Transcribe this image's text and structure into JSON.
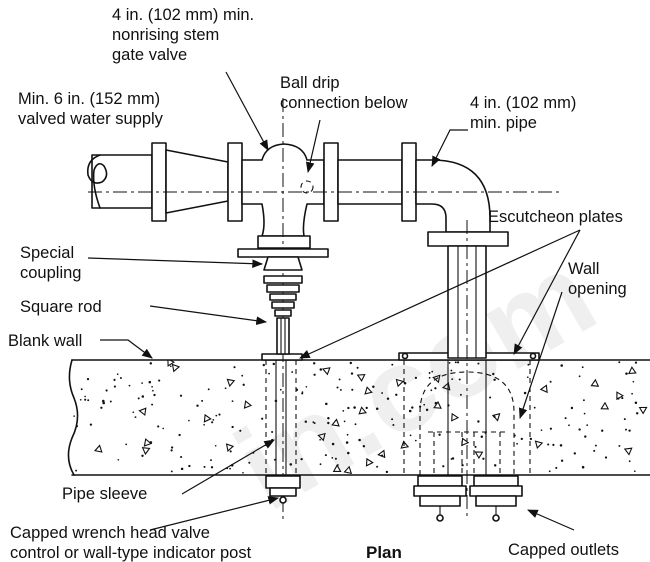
{
  "labels": {
    "gate_valve": [
      "4 in. (102 mm) min.",
      "nonrising stem",
      "gate valve"
    ],
    "ball_drip": [
      "Ball drip",
      "connection below"
    ],
    "water_supply": [
      "Min. 6 in. (152 mm)",
      "valved water supply"
    ],
    "pipe": [
      "4 in. (102 mm)",
      "min. pipe"
    ],
    "escutcheon": "Escutcheon plates",
    "special_coupling": [
      "Special",
      "coupling"
    ],
    "wall_opening": [
      "Wall",
      "opening"
    ],
    "square_rod": "Square rod",
    "blank_wall": "Blank wall",
    "pipe_sleeve": "Pipe sleeve",
    "capped_wrench": [
      "Capped wrench head valve",
      "control or wall-type indicator post"
    ],
    "plan": "Plan",
    "capped_outlets": "Capped outlets"
  },
  "watermark": "in.com"
}
